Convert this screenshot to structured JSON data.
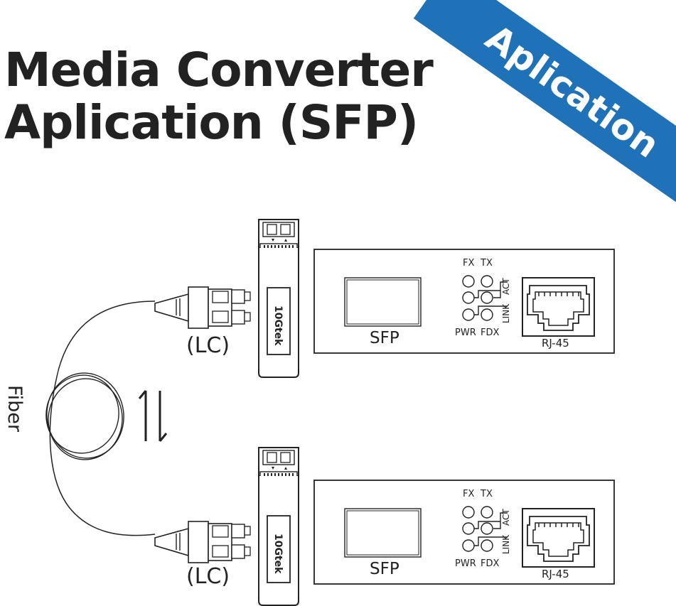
{
  "title": {
    "line1": "Media Converter",
    "line2": "Aplication (SFP)"
  },
  "banner": {
    "text": "Aplication"
  },
  "labels": {
    "fiber": "Fiber",
    "connector": "(LC)",
    "module_brand": "10Gtek",
    "sfp_slot": "SFP",
    "led_fx": "FX",
    "led_tx": "TX",
    "led_pwr": "PWR",
    "led_fdx": "FDX",
    "led_link": "LINK",
    "led_act": "ACT",
    "port": "RJ-45"
  },
  "colors": {
    "banner": "#1f72b8",
    "ink": "#222222"
  }
}
